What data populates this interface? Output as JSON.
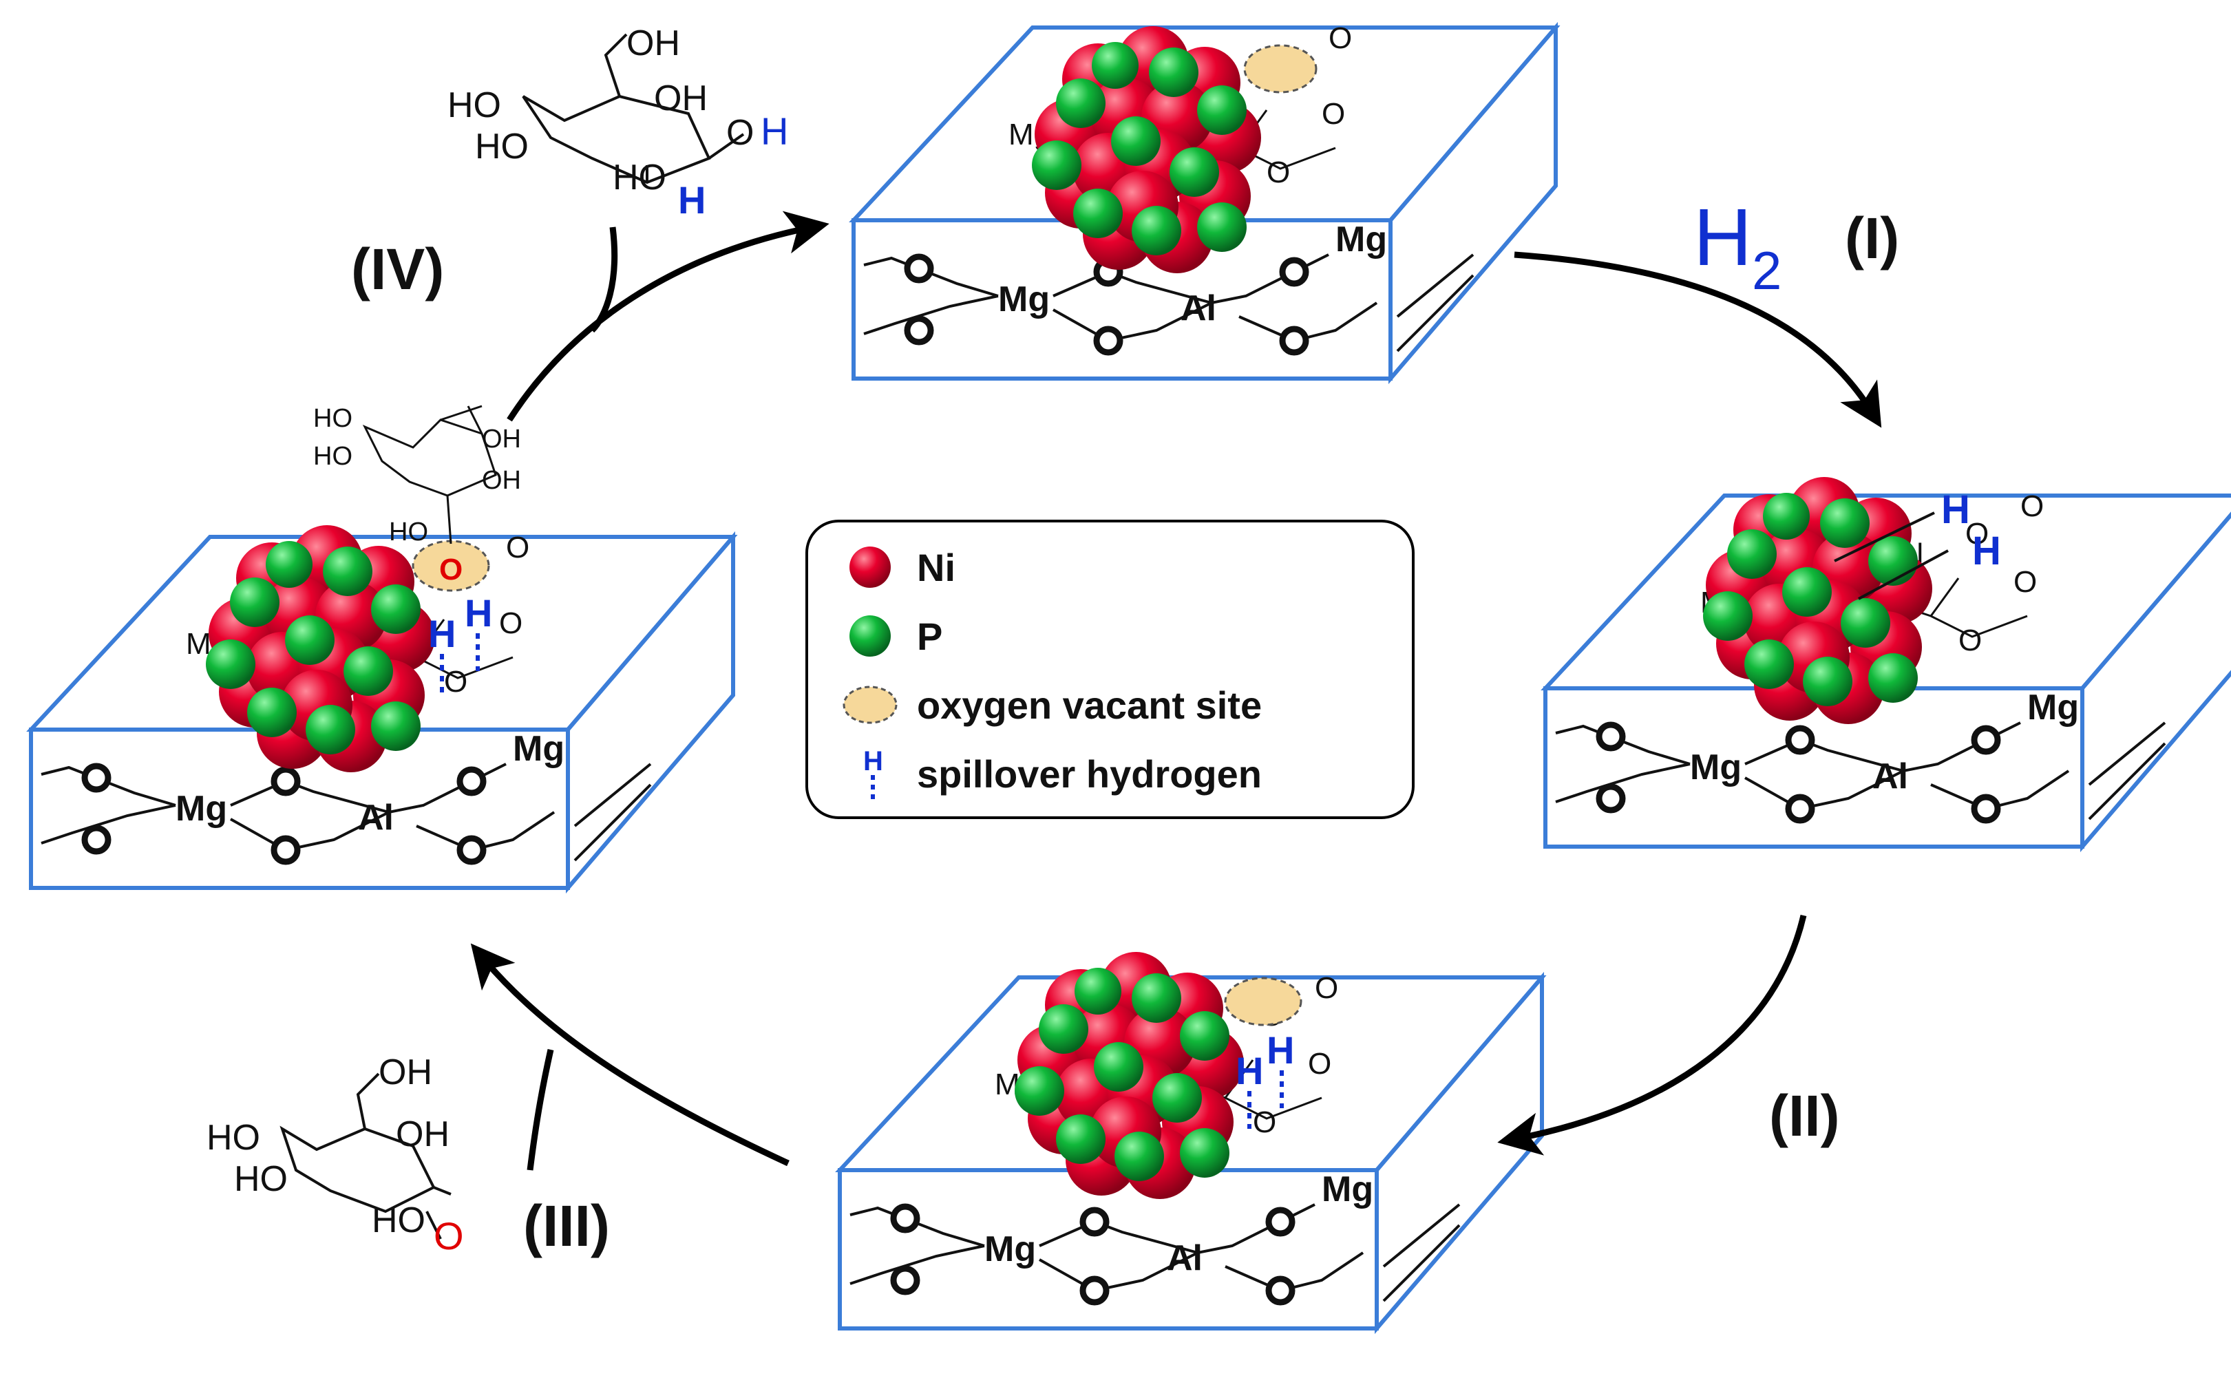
{
  "colors": {
    "ni": "#e8002d",
    "p": "#10b83a",
    "vacancy": "#f6d89a",
    "support_edge": "#3b7dd8",
    "hydrogen": "#1030d0",
    "oxygen_reactive": "#e00000"
  },
  "steps": {
    "i": "(I)",
    "ii": "(II)",
    "iii": "(III)",
    "iv": "(IV)"
  },
  "reagent": {
    "h2_letter": "H",
    "h2_sub": "2"
  },
  "atoms": {
    "mg": "Mg",
    "al": "Al",
    "o": "O",
    "h": "H"
  },
  "molecules": {
    "oh": "OH",
    "ho": "HO",
    "o_carbonyl": "O"
  },
  "legend": {
    "items": [
      {
        "symbol": "ni-sphere",
        "label": "Ni"
      },
      {
        "symbol": "p-sphere",
        "label": "P"
      },
      {
        "symbol": "vacancy-ellipse",
        "label": "oxygen  vacant site"
      },
      {
        "symbol": "spillover-h",
        "label": "spillover hydrogen"
      }
    ]
  }
}
